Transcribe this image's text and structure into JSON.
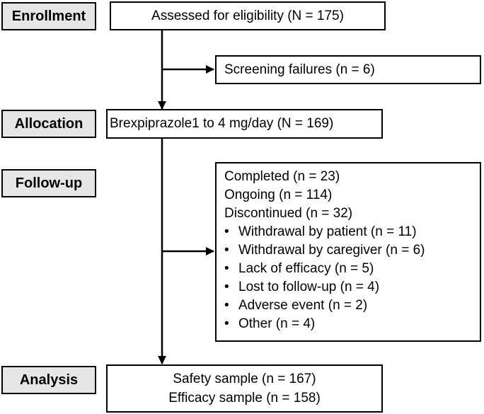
{
  "stages": {
    "enrollment": "Enrollment",
    "allocation": "Allocation",
    "followup": "Follow-up",
    "analysis": "Analysis"
  },
  "boxes": {
    "assessed": "Assessed for eligibility (N = 175)",
    "screening_failures": "Screening failures (n = 6)",
    "allocation": "Brexpiprazole1 to 4 mg/day (N = 169)",
    "followup": {
      "completed": "Completed (n = 23)",
      "ongoing": "Ongoing (n = 114)",
      "discontinued": "Discontinued (n = 32)",
      "bullet": "•",
      "reasons": [
        "Withdrawal by patient (n = 11)",
        "Withdrawal by caregiver (n = 6)",
        "Lack of efficacy (n = 5)",
        "Lost to follow-up (n = 4)",
        "Adverse event (n = 2)",
        "Other (n = 4)"
      ]
    },
    "analysis": {
      "safety": "Safety sample (n = 167)",
      "efficacy": "Efficacy sample (n = 158)"
    }
  }
}
